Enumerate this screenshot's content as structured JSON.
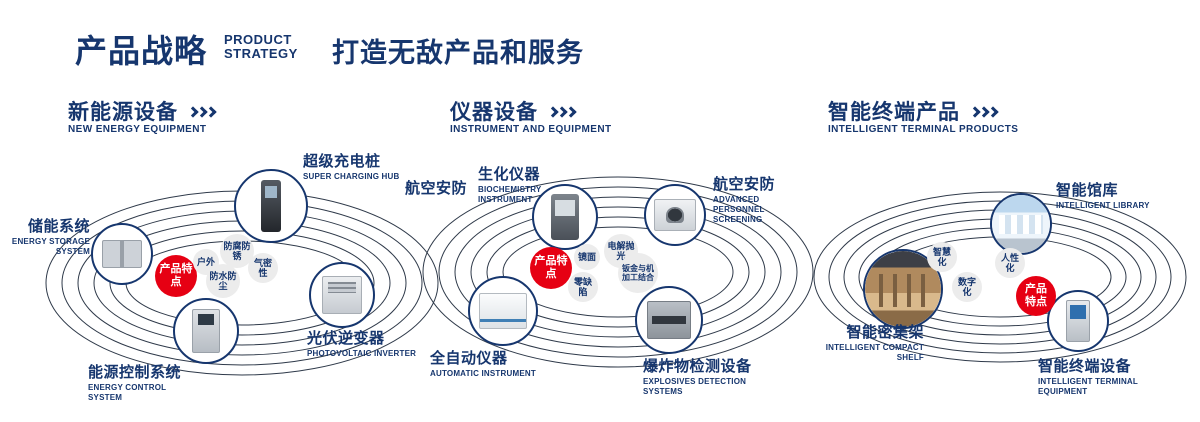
{
  "header": {
    "title": "产品战略",
    "en1": "PRODUCT",
    "en2": "STRATEGY",
    "tagline": "打造无敌产品和服务"
  },
  "sections": [
    {
      "title": "新能源设备",
      "subtitle": "NEW ENERGY EQUIPMENT",
      "badge": "产品特点",
      "features": [
        "户外",
        "防腐防锈",
        "防水防尘",
        "气密性"
      ],
      "products": [
        {
          "zh": "储能系统",
          "en": "ENERGY STORAGE SYSTEM"
        },
        {
          "zh": "超级充电桩",
          "en": "SUPER CHARGING HUB"
        },
        {
          "zh": "光伏逆变器",
          "en": "PHOTOVOLTAIC INVERTER"
        },
        {
          "zh": "能源控制系统",
          "en": "ENERGY CONTROL SYSTEM"
        }
      ]
    },
    {
      "title": "仪器设备",
      "subtitle": "INSTRUMENT AND EQUIPMENT",
      "badge": "产品特点",
      "extra_label": "航空安防",
      "features": [
        "镜面",
        "电解抛光",
        "零缺陷",
        "钣金与机加工结合"
      ],
      "products": [
        {
          "zh": "生化仪器",
          "en": "BIOCHEMISTRY INSTRUMENT"
        },
        {
          "zh": "航空安防",
          "en": "ADVANCED PERSONNEL SCREENING"
        },
        {
          "zh": "全自动仪器",
          "en": "AUTOMATIC INSTRUMENT"
        },
        {
          "zh": "爆炸物检测设备",
          "en": "EXPLOSIVES DETECTION SYSTEMS"
        }
      ]
    },
    {
      "title": "智能终端产品",
      "subtitle": "INTELLIGENT TERMINAL PRODUCTS",
      "badge": "产品特点",
      "features": [
        "智慧化",
        "人性化",
        "数字化"
      ],
      "products": [
        {
          "zh": "智能馆库",
          "en": "INTELLIGENT LIBRARY"
        },
        {
          "zh": "智能密集架",
          "en": "INTELLIGENT COMPACT SHELF"
        },
        {
          "zh": "智能终端设备",
          "en": "INTELLIGENT TERMINAL EQUIPMENT"
        }
      ]
    }
  ]
}
